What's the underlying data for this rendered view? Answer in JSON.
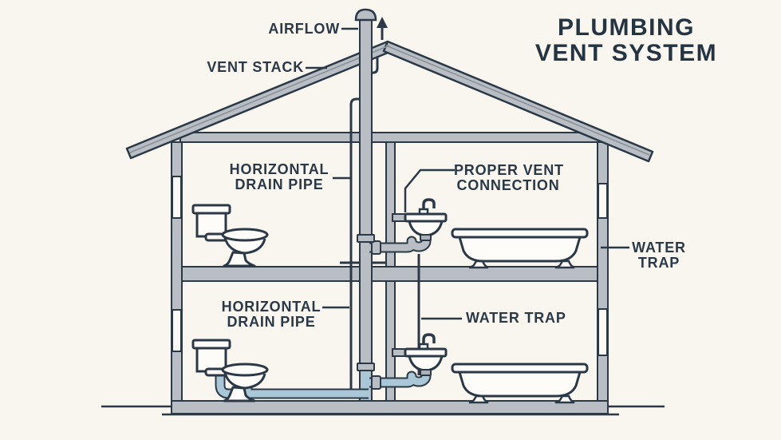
{
  "title": {
    "line1": "PLUMBING",
    "line2": "VENT SYSTEM"
  },
  "labels": {
    "airflow": "AIRFLOW",
    "vent_stack": "VENT STACK",
    "horizontal_drain_pipe_upper": {
      "line1": "HORIZONTAL",
      "line2": "DRAIN PIPE"
    },
    "proper_vent_connection": {
      "line1": "PROPER VENT",
      "line2": "CONNECTION"
    },
    "water_trap_right": {
      "line1": "WATER",
      "line2": "TRAP"
    },
    "horizontal_drain_pipe_lower": {
      "line1": "HORIZONTAL",
      "line2": "DRAIN PIPE"
    },
    "water_trap_lower": "WATER TRAP"
  },
  "colors": {
    "background": "#f8f6ef",
    "ink_outline": "#2b3947",
    "structure_gray": "#b9bec4",
    "drain_pipe_blue": "#a9c7d6",
    "fixture_white": "#fdfcf8"
  }
}
